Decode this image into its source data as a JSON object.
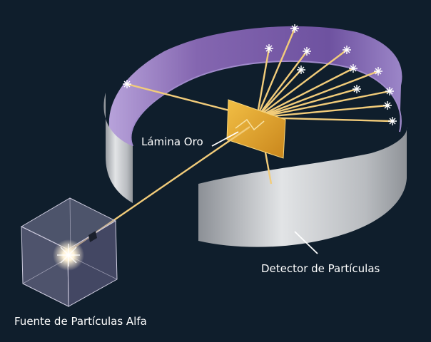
{
  "labels": {
    "foil": "Lámina Oro",
    "detector": "Detector de Partículas",
    "source": "Fuente de Partículas Alfa"
  },
  "colors": {
    "background": "#0f1e2c",
    "ring_inner": "#8a6fb4",
    "ring_outer": "#c8cbcf",
    "beam": "#f2cc7a",
    "foil": "#e0a030",
    "label": "#ffffff"
  }
}
